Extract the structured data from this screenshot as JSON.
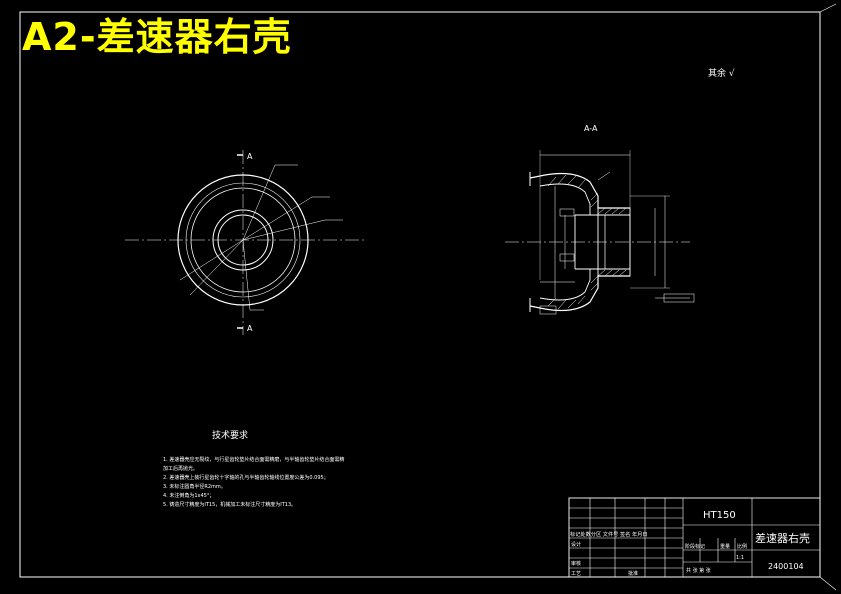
{
  "banner": {
    "title": "A2-差速器右壳"
  },
  "drawing": {
    "section_label": "A-A",
    "section_mark_a": "A",
    "surface_finish_note": "其余 √",
    "tech_requirements_title": "技术要求",
    "tech_notes": [
      "1. 差速器壳应无裂纹，与行星齿轮垫片结合面需精磨，与半轴齿轮垫片结合面需精",
      "   加工后再抛光。",
      "2. 差速器壳上装行星齿轮十字轴的孔与半轴齿轮轴线位置度公差为0.095；",
      "3. 未标注圆角半径R2mm。",
      "4. 未注倒角为1x45°；",
      "5. 铸造尺寸精度为IT15，机械加工未标注尺寸精度为IT13。"
    ]
  },
  "title_block": {
    "material": "HT150",
    "part_name": "差速器右壳",
    "drawing_number": "2400104",
    "revision_row": "标记处数分区  文件号  签名 年月日",
    "designer": "设计",
    "stage_marks": "阶段标记",
    "weight": "重量",
    "scale": "比例",
    "scale_value": "1:1",
    "reviewer": "审核",
    "craft": "工艺",
    "approval": "批准",
    "sheets": "共 张  第 张"
  }
}
